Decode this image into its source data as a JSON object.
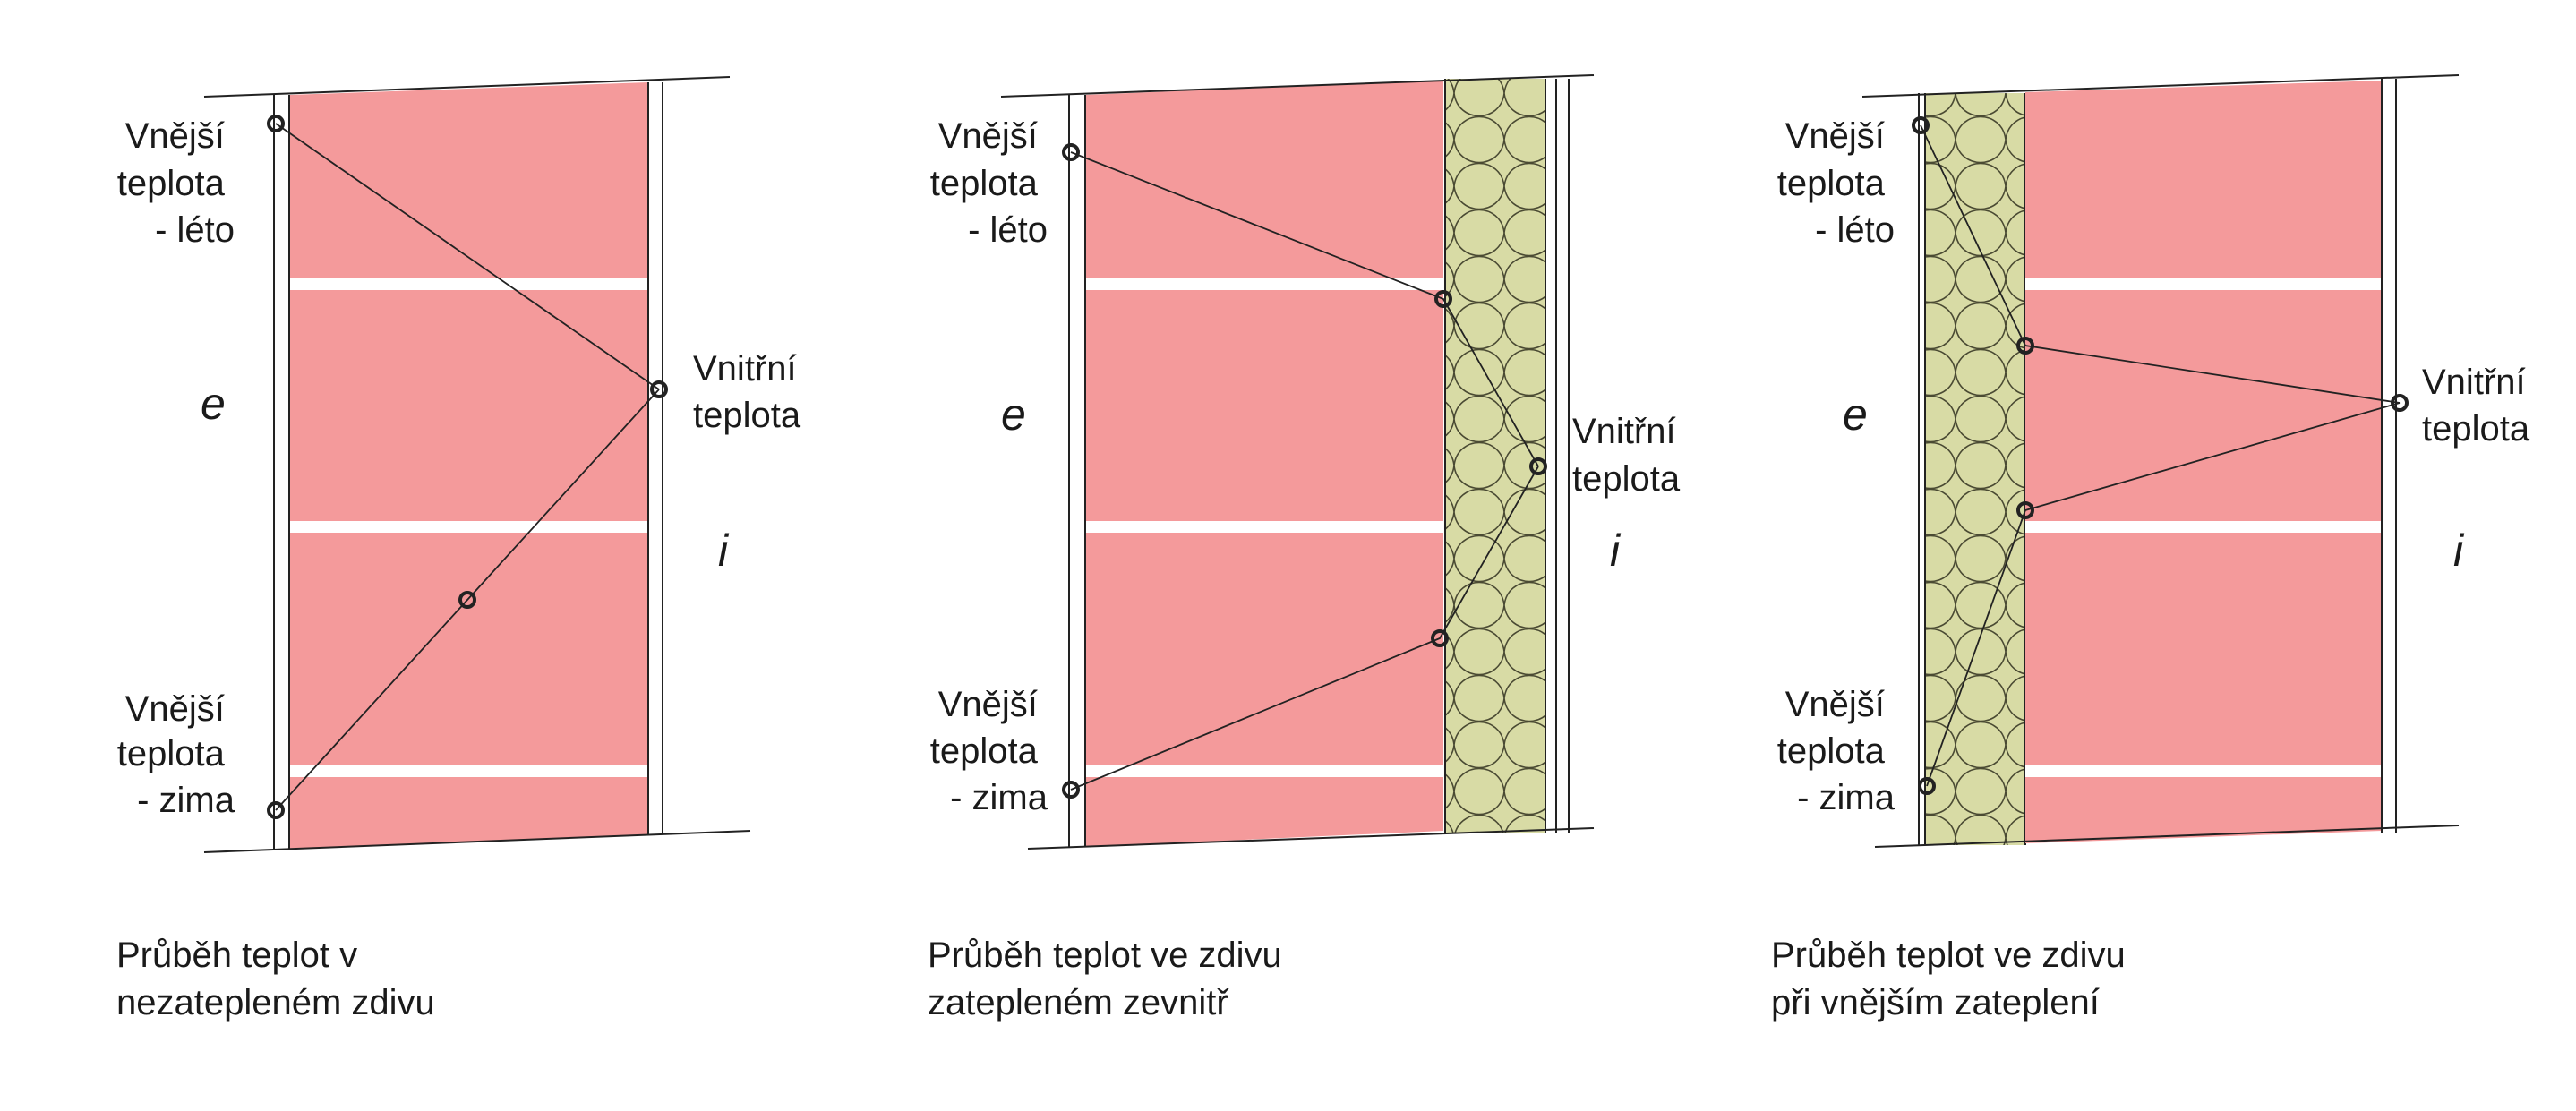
{
  "colors": {
    "brick": "#f49a9b",
    "insulation": "#d8dba5",
    "line": "#222222",
    "background": "#ffffff"
  },
  "icons": [
    "marker-circle-icon",
    "insulation-wave-pattern"
  ],
  "labels": {
    "outdoor_summer": [
      "Vnější",
      "teplota",
      "- léto"
    ],
    "outdoor_winter": [
      "Vnější",
      "teplota",
      "- zima"
    ],
    "indoor": [
      "Vnitřní",
      "teplota"
    ],
    "exterior_side": "e",
    "interior_side": "i"
  },
  "panels": [
    {
      "id": "uninsulated",
      "caption": [
        "Průběh teplot v",
        "nezatepleném zdivu"
      ],
      "insulation": "none"
    },
    {
      "id": "inside-insulated",
      "caption": [
        "Průběh teplot ve zdivu",
        "zatepleném zevnitř"
      ],
      "insulation": "interior"
    },
    {
      "id": "outside-insulated",
      "caption": [
        "Průběh teplot ve zdivu",
        "při vnějším zateplení"
      ],
      "insulation": "exterior"
    }
  ]
}
